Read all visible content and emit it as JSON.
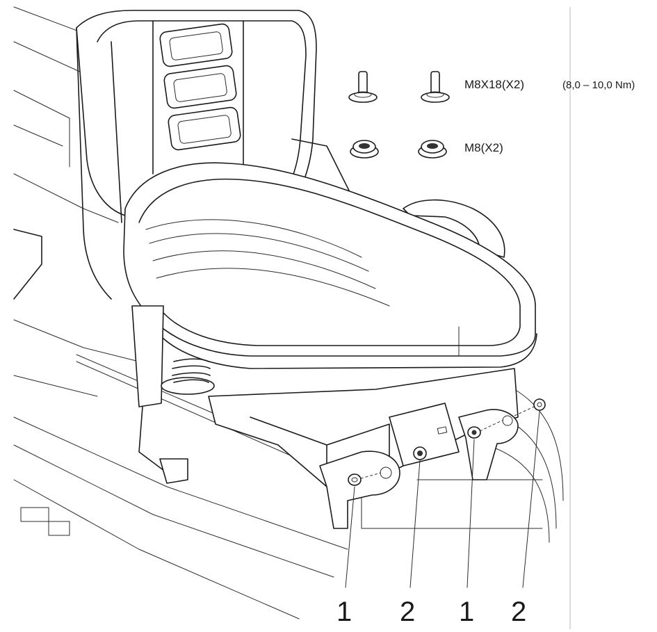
{
  "hardware": {
    "bolt_spec": "M8X18(X2)",
    "torque": "(8,0 – 10,0 Nm)",
    "nut_spec": "M8(X2)"
  },
  "callouts": [
    "1",
    "2",
    "1",
    "2"
  ],
  "icons": {
    "bolt": "flange-bolt-icon",
    "nut": "flange-nut-icon"
  },
  "colors": {
    "line": "#1a1a1a",
    "background": "#ffffff"
  }
}
